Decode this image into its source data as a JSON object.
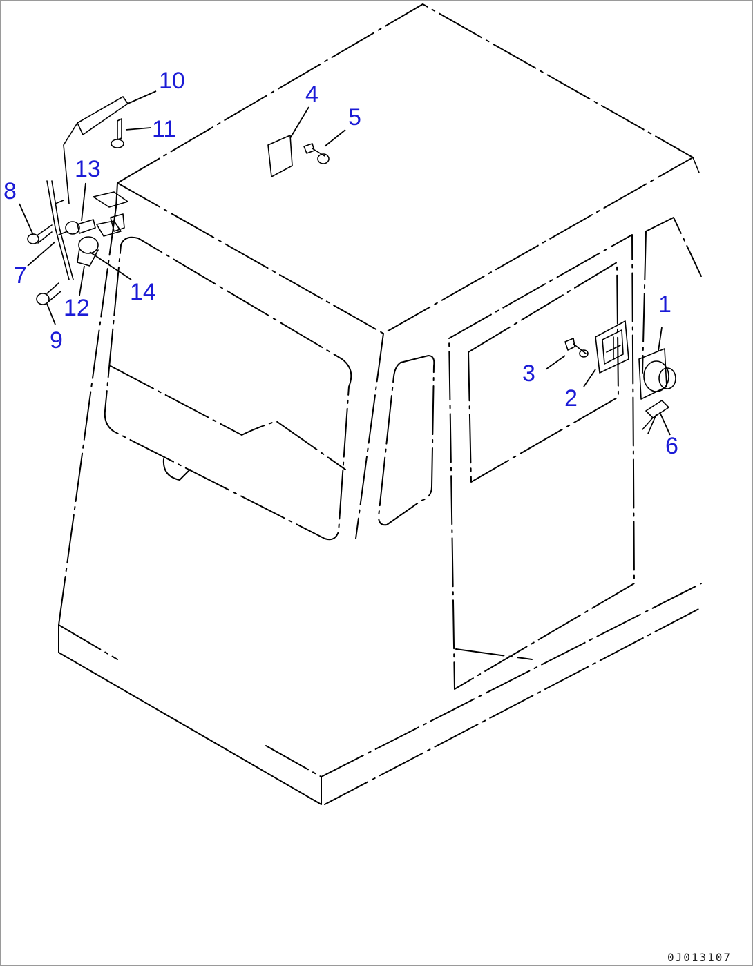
{
  "diagram": {
    "callouts": [
      {
        "id": "1",
        "label": "1"
      },
      {
        "id": "2",
        "label": "2"
      },
      {
        "id": "3",
        "label": "3"
      },
      {
        "id": "4",
        "label": "4"
      },
      {
        "id": "5",
        "label": "5"
      },
      {
        "id": "6",
        "label": "6"
      },
      {
        "id": "7",
        "label": "7"
      },
      {
        "id": "8",
        "label": "8"
      },
      {
        "id": "9",
        "label": "9"
      },
      {
        "id": "10",
        "label": "10"
      },
      {
        "id": "11",
        "label": "11"
      },
      {
        "id": "12",
        "label": "12"
      },
      {
        "id": "13",
        "label": "13"
      },
      {
        "id": "14",
        "label": "14"
      }
    ],
    "drawing_code": "0J013107",
    "colors": {
      "callout": "#1b1bd6",
      "line": "#000000",
      "border": "#9a9a9a"
    }
  }
}
